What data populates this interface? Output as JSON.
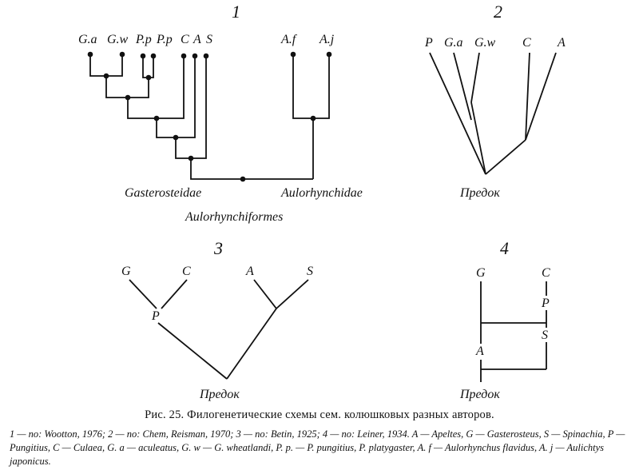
{
  "diagram1": {
    "number": "1",
    "leaves": [
      "G.a",
      "G.w",
      "P.p",
      "P.p",
      "C",
      "A",
      "S",
      "A.f",
      "A.j"
    ],
    "families": [
      "Gasterosteidae",
      "Aulorhynchidae"
    ],
    "order": "Aulorhynchiformes"
  },
  "diagram2": {
    "number": "2",
    "leaves": [
      "P",
      "G.a",
      "G.w",
      "C",
      "A"
    ],
    "root": "Предок"
  },
  "diagram3": {
    "number": "3",
    "leaves": [
      "G",
      "C",
      "A",
      "S"
    ],
    "node": "P",
    "root": "Предок"
  },
  "diagram4": {
    "number": "4",
    "labels": [
      "G",
      "C",
      "P",
      "S",
      "A"
    ],
    "root": "Предок"
  },
  "caption": "Рис. 25. Филогенетические схемы сем. колюшковых разных авторов.",
  "legend": "1 — по: Wootton, 1976; 2 — по: Chem, Reisman, 1970; 3 — по: Betin, 1925; 4 — по: Leiner, 1934. A — Apeltes, G — Gasterosteus, S — Spinachia, P — Pungitius, C — Culaea, G. a — aculeatus, G. w — G. wheatlandi, P. p. — P. pungitius, P. platygaster, A. f — Aulorhynchus flavidus, A. j — Aulichtys japonicus."
}
